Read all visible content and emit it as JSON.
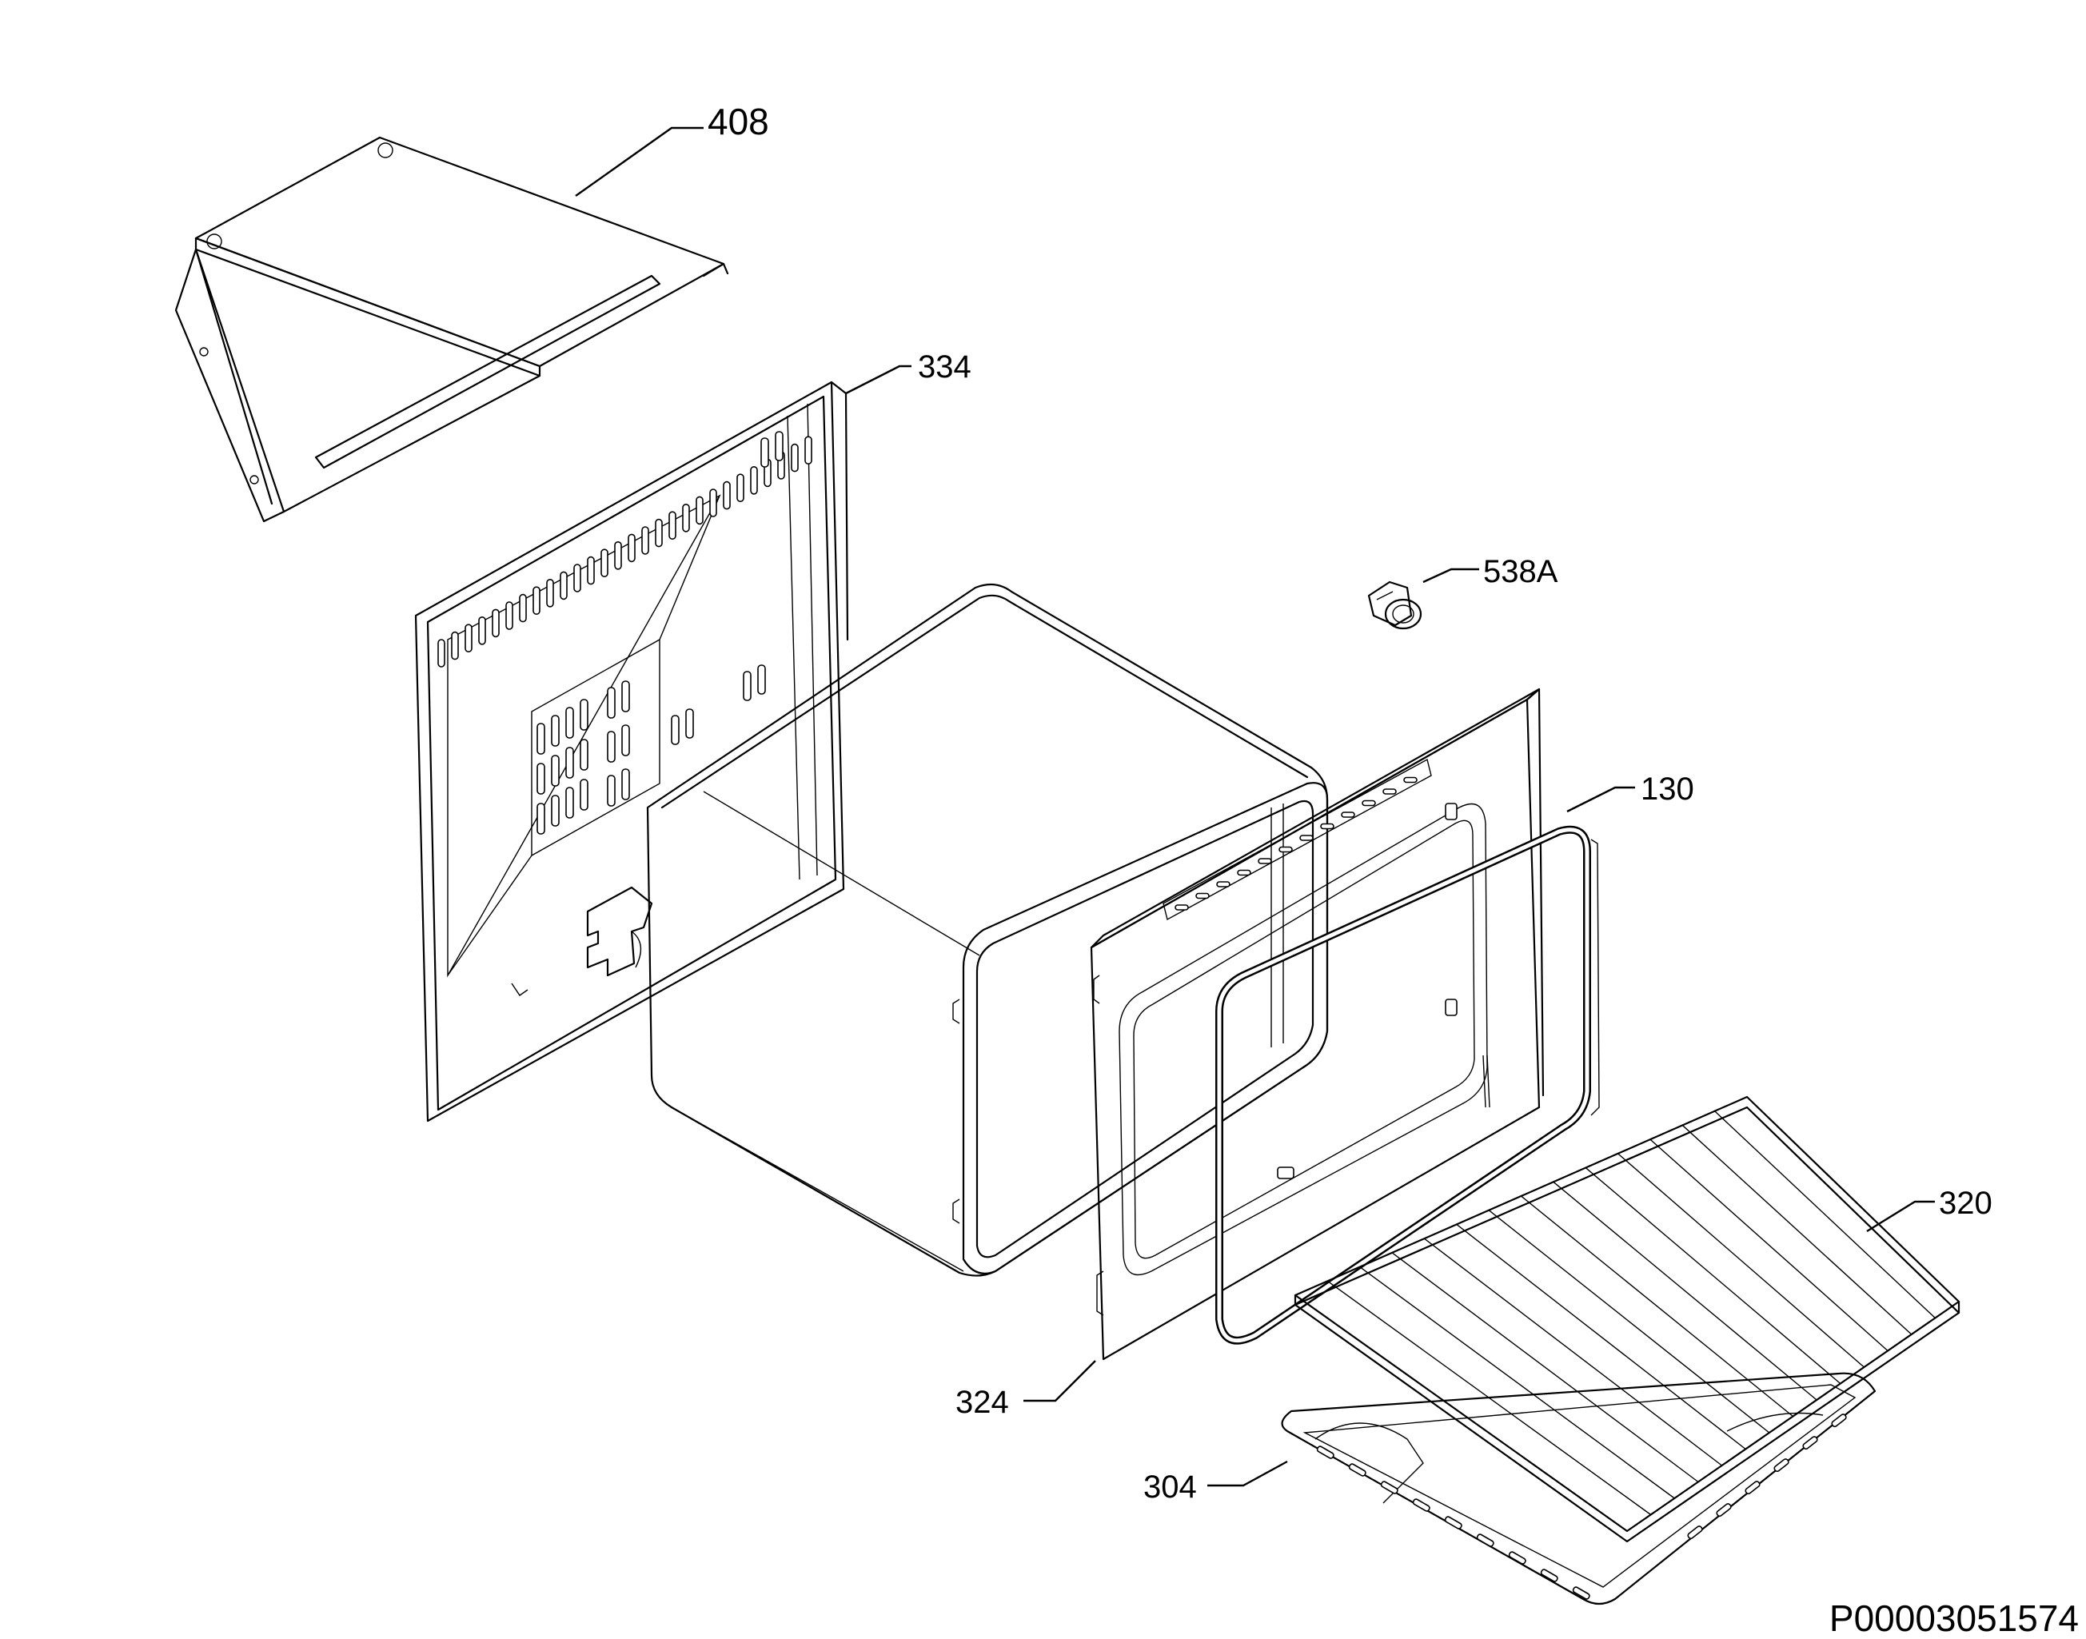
{
  "callouts": {
    "p408": "408",
    "p334": "334",
    "p538a": "538A",
    "p130": "130",
    "p320": "320",
    "p324": "324",
    "p304": "304"
  },
  "drawing_code": "P00003051574"
}
